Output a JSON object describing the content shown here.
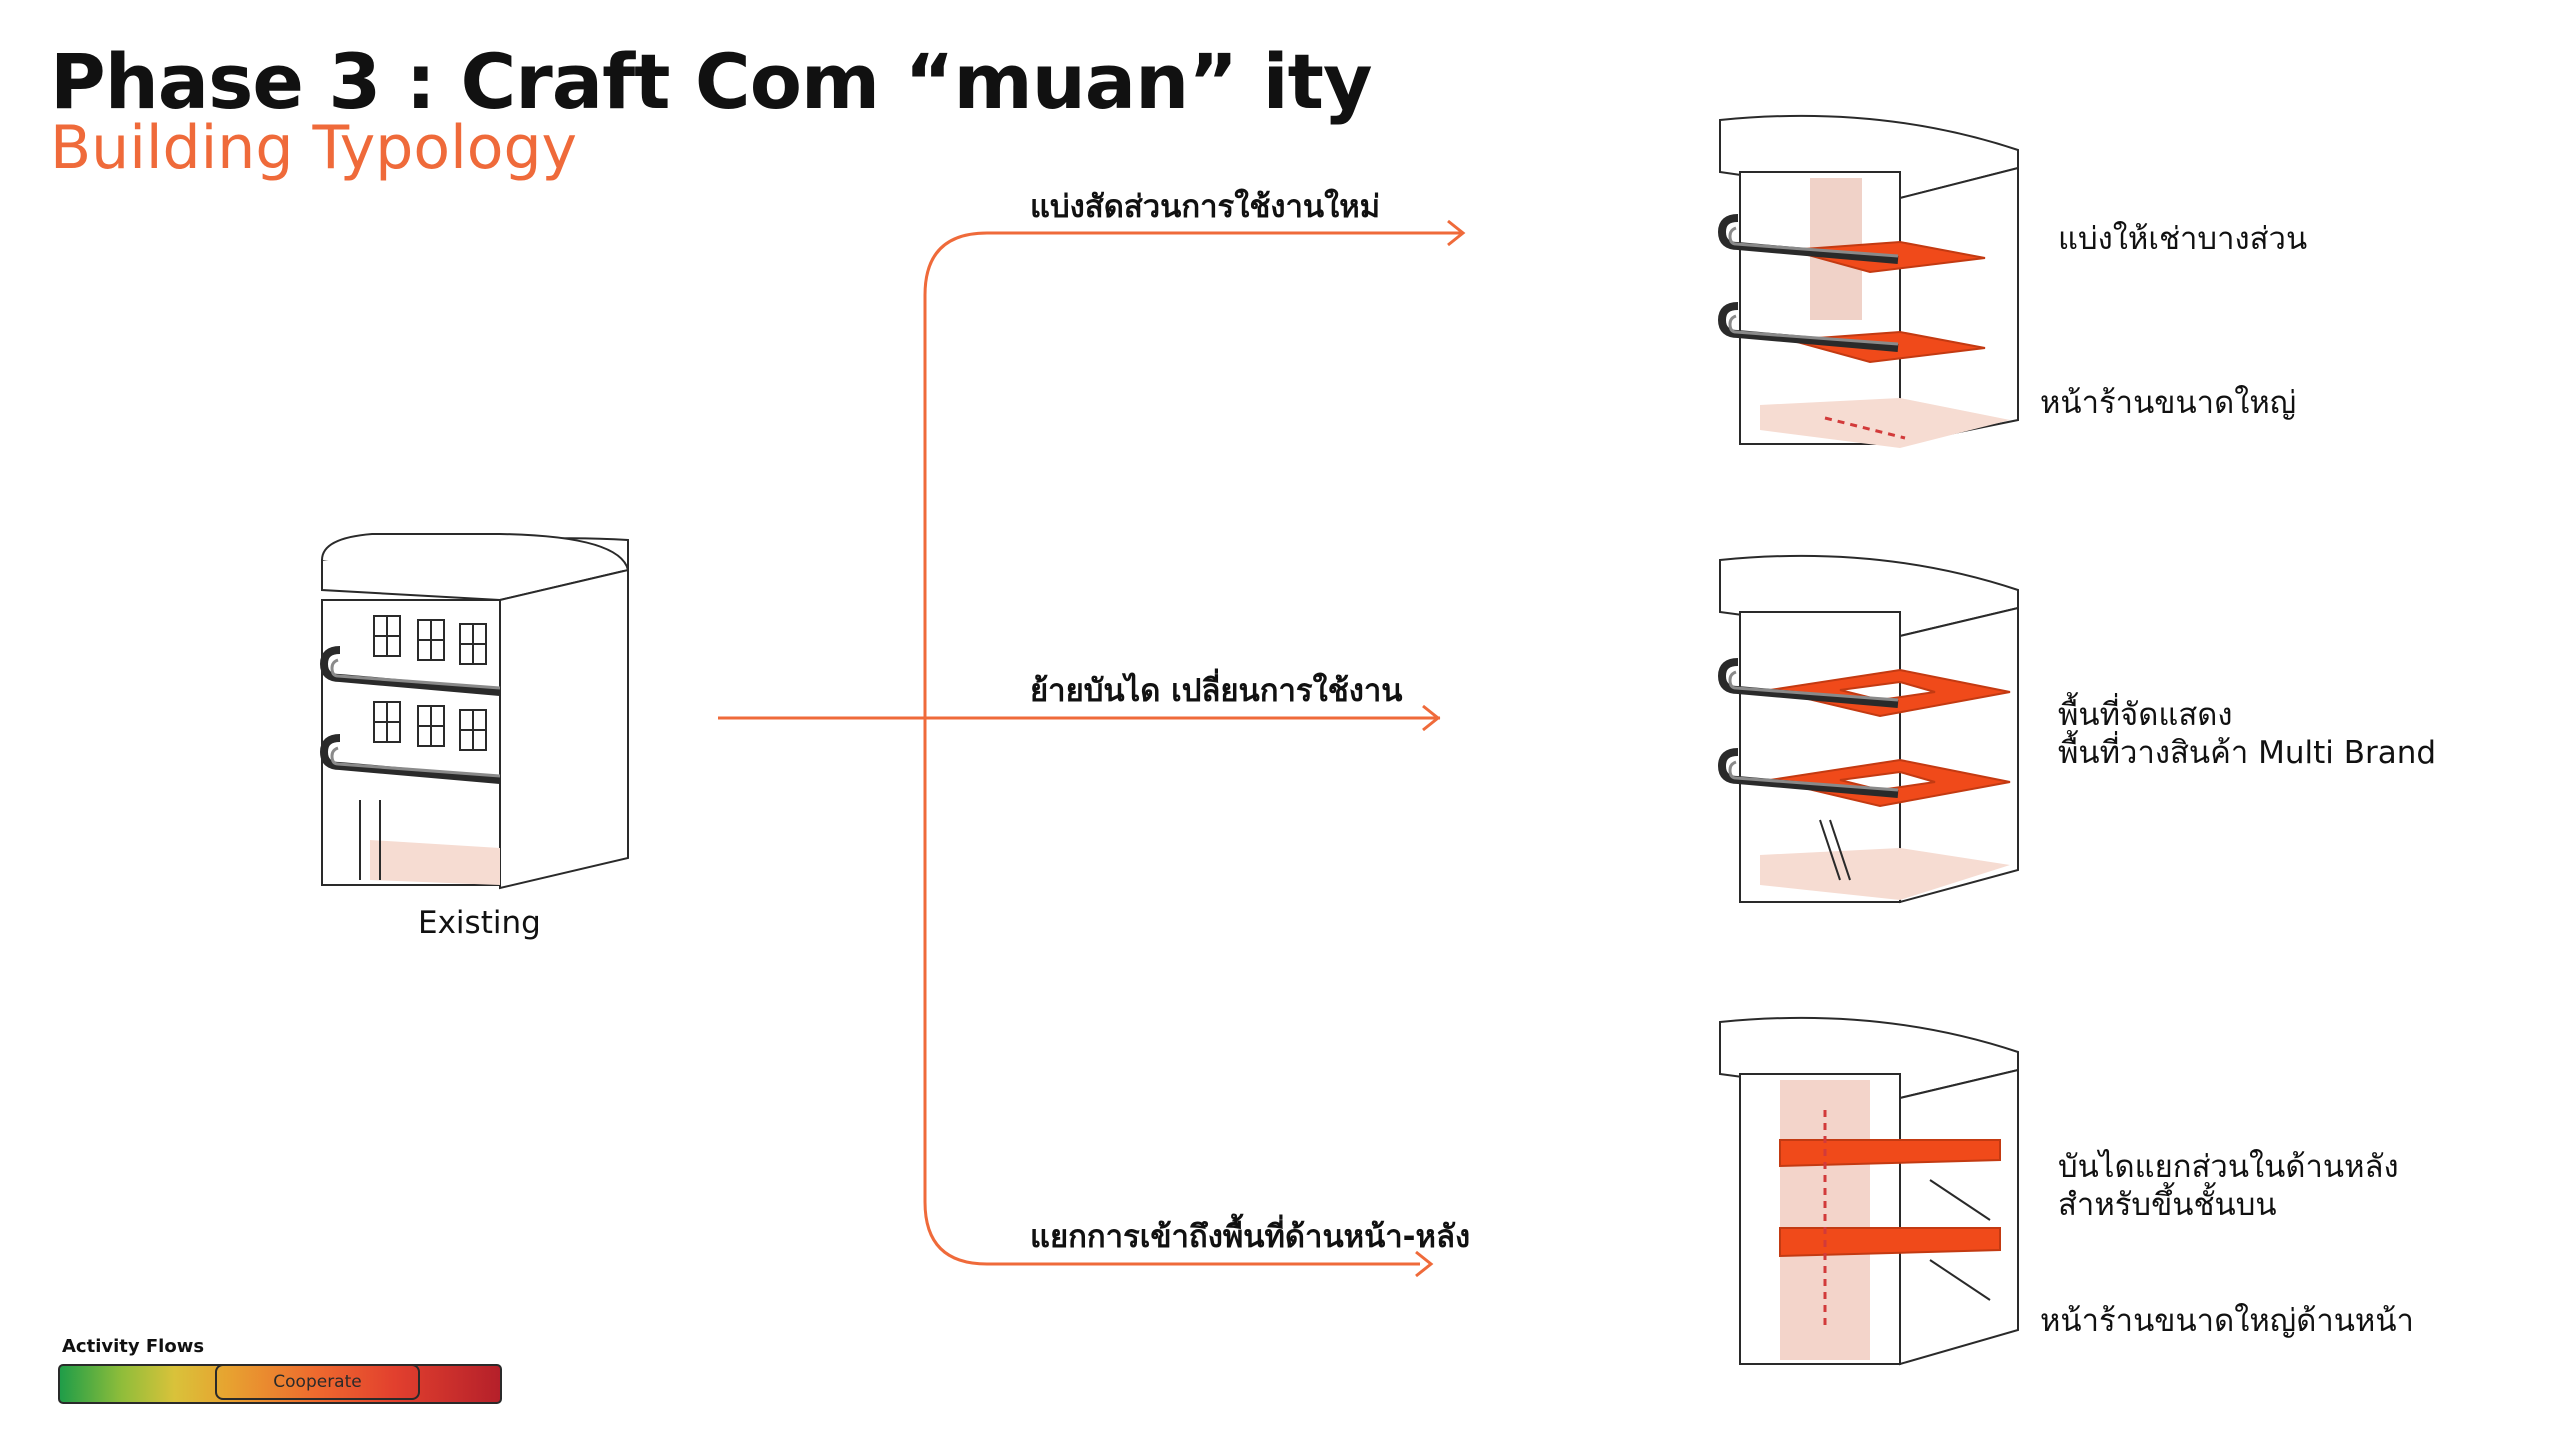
{
  "header": {
    "title": "Phase 3 : Craft Com “muan” ity",
    "subtitle": "Building Typology"
  },
  "existing": {
    "label": "Existing"
  },
  "branches": [
    {
      "label": "แบ่งสัดส่วนการใช้งานใหม่",
      "notes": [
        "แบ่งให้เช่าบางส่วน",
        "หน้าร้านขนาดใหญ่"
      ]
    },
    {
      "label": "ย้ายบันได เปลี่ยนการใช้งาน",
      "notes": [
        "พื้นที่จัดแสดง",
        "พื้นที่วางสินค้า Multi Brand"
      ]
    },
    {
      "label": "แยกการเข้าถึงพื้นที่ด้านหน้า-หลัง",
      "notes": [
        "บันไดแยกส่วนในด้านหลัง",
        "สำหรับขึ้นชั้นบน",
        "หน้าร้านขนาดใหญ่ด้านหน้า"
      ]
    }
  ],
  "legend": {
    "title": "Activity Flows",
    "highlight": "Cooperate"
  },
  "colors": {
    "accent": "#ef6a3a",
    "highlight_floor": "#f04a1a",
    "tint": "#f6dcd2",
    "ink": "#2a2a2a"
  }
}
